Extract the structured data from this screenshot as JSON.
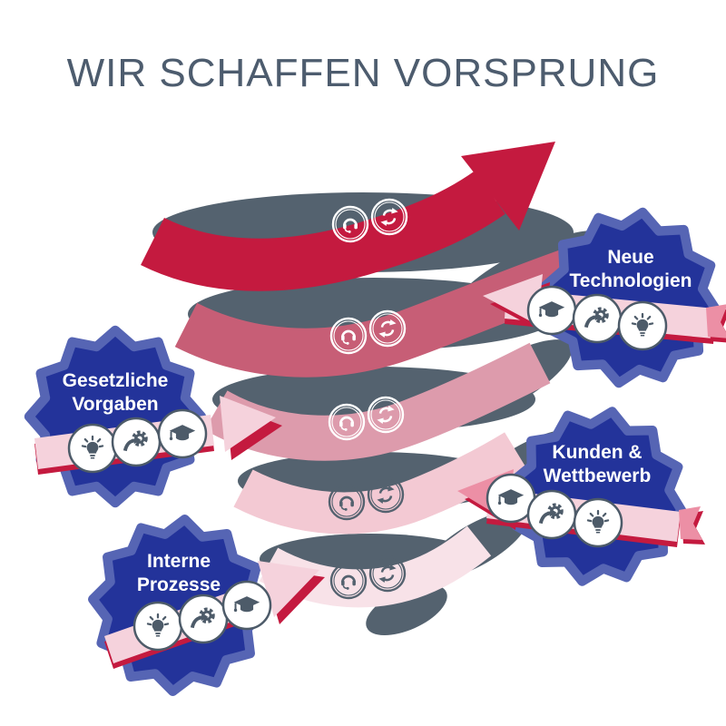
{
  "title": "WIR SCHAFFEN VORSPRUNG",
  "colors": {
    "title": "#4d5c6e",
    "slate": "#54626f",
    "navy": "#23339a",
    "navy_outline": "#5665b4",
    "crimson": "#c41a3f",
    "band1": "#c41a3f",
    "band2": "#c75e76",
    "band3": "#dd9bac",
    "band4": "#f3c9d3",
    "band5": "#f8e2e8",
    "ribbon_pink": "#f5d2dc",
    "ribbon_deep_pink": "#ec8fa5"
  },
  "spiral": {
    "bands": [
      {
        "name": "band-1",
        "color_key": "band1",
        "icon_color": "white",
        "icons": [
          "headset-icon",
          "sync-icon"
        ]
      },
      {
        "name": "band-2",
        "color_key": "band2",
        "icon_color": "white",
        "icons": [
          "headset-icon",
          "sync-icon"
        ]
      },
      {
        "name": "band-3",
        "color_key": "band3",
        "icon_color": "white",
        "icons": [
          "headset-icon",
          "sync-icon"
        ]
      },
      {
        "name": "band-4",
        "color_key": "band4",
        "icon_color": "slate",
        "icons": [
          "headset-icon",
          "sync-icon"
        ]
      },
      {
        "name": "band-5",
        "color_key": "band5",
        "icon_color": "slate",
        "icons": [
          "headset-icon",
          "sync-icon"
        ]
      }
    ]
  },
  "badges": [
    {
      "id": "neue-technologien",
      "lines": [
        "Neue",
        "Technologien"
      ],
      "icons": [
        "graduation-cap-icon",
        "gear-arrow-icon",
        "lightbulb-icon"
      ],
      "arrow_direction": "left"
    },
    {
      "id": "gesetzliche-vorgaben",
      "lines": [
        "Gesetzliche",
        "Vorgaben"
      ],
      "icons": [
        "lightbulb-icon",
        "gear-arrow-icon",
        "graduation-cap-icon"
      ],
      "arrow_direction": "right"
    },
    {
      "id": "kunden-wettbewerb",
      "lines": [
        "Kunden &",
        "Wettbewerb"
      ],
      "icons": [
        "graduation-cap-icon",
        "gear-arrow-icon",
        "lightbulb-icon"
      ],
      "arrow_direction": "left"
    },
    {
      "id": "interne-prozesse",
      "lines": [
        "Interne",
        "Prozesse"
      ],
      "icons": [
        "lightbulb-icon",
        "gear-arrow-icon",
        "graduation-cap-icon"
      ],
      "arrow_direction": "right"
    }
  ]
}
